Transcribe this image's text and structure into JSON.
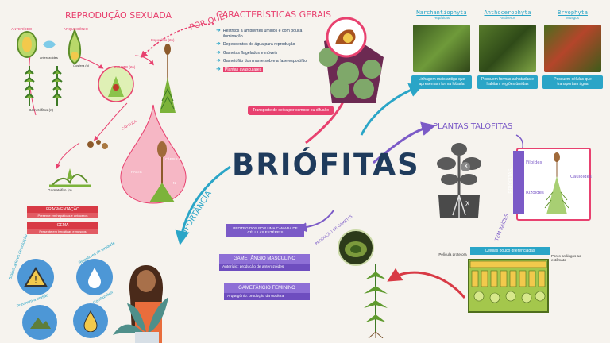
{
  "title": "BRIÓFITAS",
  "reproducao": {
    "title": "REPRODUÇÃO SEXUADA",
    "labels": {
      "anterideo": "ANTERÍDEO",
      "arquegonio": "ARQUEGÔNIO",
      "anterozoides": "anterozoides",
      "oosfera": "Oosfera (n)",
      "zigoto": "ZIGOTO (2n)",
      "esporofito": "Esporófito (2n)",
      "gametofitos": "Gametófitos (n)",
      "gametofito_n": "Gametófito (n)",
      "capsula_top": "CÁPSULA",
      "capsula": "CÁPSULA",
      "haste": "HASTE",
      "n": "N"
    }
  },
  "por_que": "POR QUE?",
  "caracteristicas": {
    "title": "CARACTERÍSTICAS GERAIS",
    "items": [
      "Restritos a ambientes úmidos e com pouca iluminação",
      "Dependentes de água para reprodução",
      "Gametas flagelados e móveis",
      "Gametófito dominante sobre a fase esporófito",
      "Plantas avasculares"
    ],
    "transporte": "Transporte de seiva por osmose ou difusão"
  },
  "divisoes": [
    {
      "name": "Marchantiophyta",
      "sub": "Hepáticas",
      "desc": "Linhagem mais antiga que apresentam forma lobada"
    },
    {
      "name": "Anthocerophyta",
      "sub": "Antóceros",
      "desc": "Possuem formas achatadas e habitam regiões úmidas"
    },
    {
      "name": "Bryophyta",
      "sub": "Musgos",
      "desc": "Possuem células que transportam água"
    }
  ],
  "talofitas": {
    "title": "PLANTAS TALÓFITAS",
    "tem_raizes": "TEM RAÍZES",
    "x": "X"
  },
  "briofitas_box": {
    "label": "BRIÓFITAS",
    "filoides": "Filoides",
    "cauloides": "Cauloides",
    "rizoides": "Rizoides"
  },
  "celulas": {
    "title": "Células pouco diferenciadas",
    "peliculo": "Película protetora",
    "poros": "Poros análogos ao estômato"
  },
  "gametangios": {
    "protegidos": "PROTEGIDOS POR UMA CAMADA DE CÉLULAS ESTÉREIS",
    "producao": "PRODUÇÃO DE GAMETAS",
    "masculino_title": "GAMETÂNGIO MASCULINO",
    "masculino_desc": "Anterídio: produção de anterozoides",
    "feminino_title": "GAMETÂNGIO FEMININO",
    "feminino_desc": "Arquegônio: produção da oosfera"
  },
  "reproducao_assexuada": {
    "fragmentacao": "FRAGMENTAÇÃO",
    "fragmentacao_desc": "Presente em hepáticas e antóceros",
    "gema": "GEMA",
    "gema_desc": "Presente em hepáticas e musgos"
  },
  "importancia": {
    "title": "IMPORTÂNCIA",
    "items": [
      "Bioindicadores de poluição",
      "Retentores de umidade",
      "Previnem a erosão",
      "Combustível"
    ]
  },
  "colors": {
    "pink": "#e8416f",
    "blue": "#2aa5c7",
    "purple": "#7b5ac7",
    "navy": "#1f3b5c",
    "red": "#d83a45"
  }
}
